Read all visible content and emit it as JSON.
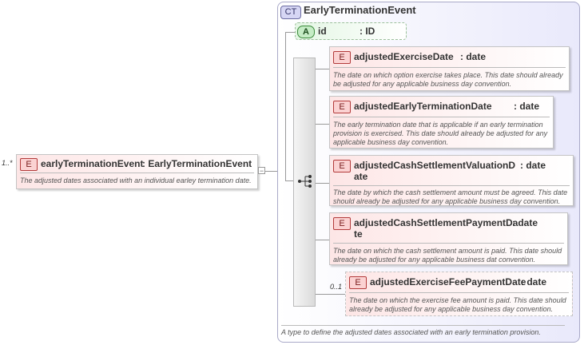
{
  "root": {
    "multiplicity": "1..*",
    "badge": "E",
    "name": "earlyTerminationEvent",
    "type": ": EarlyTerminationEvent",
    "doc": "The adjusted dates associated with an individual earley termination date."
  },
  "complex_type": {
    "badge": "CT",
    "name": "EarlyTerminationEvent",
    "doc": "A type to define the adjusted dates associated with an early termination provision."
  },
  "attribute": {
    "badge": "A",
    "name": "id",
    "type": ": ID"
  },
  "elements": [
    {
      "badge": "E",
      "name_line1": "adjustedExerciseDate",
      "name_line2": "",
      "type": ": date",
      "type_line2": "",
      "doc_lines": [
        "The date on which option exercise takes place. This date should already",
        "be adjusted for any applicable business day convention."
      ],
      "multiplicity": ""
    },
    {
      "badge": "E",
      "name_line1": "adjustedEarlyTerminationDate",
      "name_line2": "",
      "type": ": date",
      "type_line2": "",
      "doc_lines": [
        "The early termination date that is applicable if an early termination",
        "provision is exercised. This date should already be adjusted for any",
        "applicable business day convention."
      ],
      "multiplicity": ""
    },
    {
      "badge": "E",
      "name_line1": "adjustedCashSettlementValuationD",
      "name_line2": "",
      "type": ": date",
      "type_line2": "ate",
      "doc_lines": [
        "The date by which the cash settlement amount must be agreed. This date",
        "should already be adjusted for any applicable business day convention."
      ],
      "multiplicity": ""
    },
    {
      "badge": "E",
      "name_line1": "adjustedCashSettlementPaymentDa",
      "name_line2": "",
      "type": ": date",
      "type_line2": "te",
      "doc_lines": [
        "The date on which the cash settlement amount is paid. This date should",
        "already be adjusted for any applicable business dat convention."
      ],
      "multiplicity": ""
    },
    {
      "badge": "E",
      "name_line1": "adjustedExerciseFeePaymentDate",
      "name_line2": "",
      "type": ": date",
      "type_line2": "",
      "doc_lines": [
        "The date on which the exercise fee amount is paid. This date should",
        "already be adjusted for any applicable business day convention."
      ],
      "multiplicity": "0..1"
    }
  ]
}
